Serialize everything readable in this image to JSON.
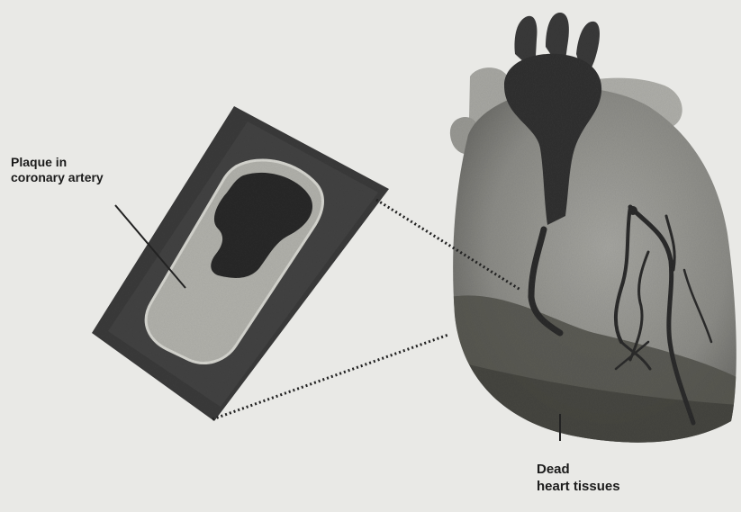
{
  "labels": {
    "plaque_line1": "Plaque in",
    "plaque_line2": "coronary artery",
    "dead_line1": "Dead",
    "dead_line2": "heart tissues"
  },
  "colors": {
    "background": "#e9e9e6",
    "artery_wall": "#3c3c3c",
    "plaque": "#b4b4ae",
    "lumen": "#2a2a2a",
    "heart_tissue": "#8f8f8a",
    "dead_tissue": "#545450",
    "vessels": "#2b2b2b"
  }
}
